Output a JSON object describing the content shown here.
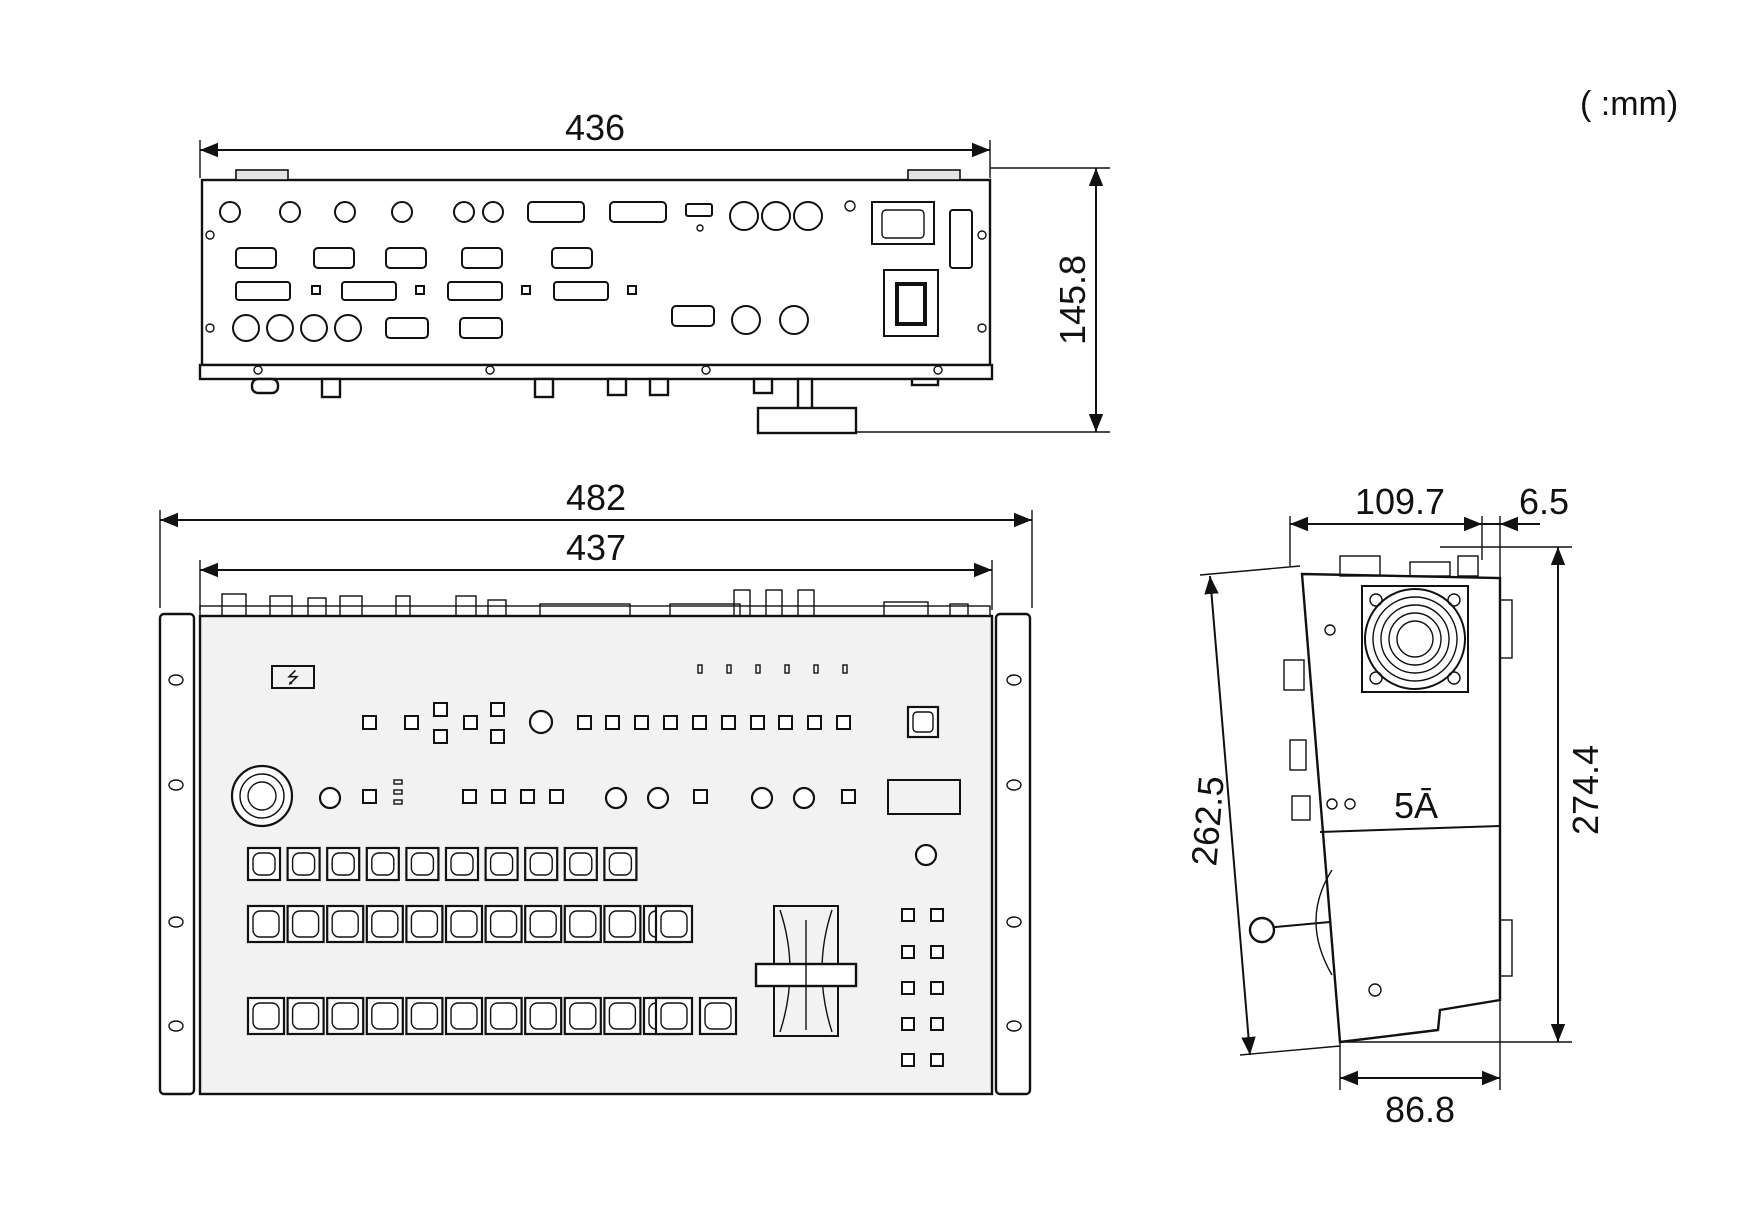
{
  "unit_label": "( :mm)",
  "rear_view": {
    "width_label": "436",
    "height_label": "145.8"
  },
  "front_view": {
    "rack_width_label": "482",
    "body_width_label": "437"
  },
  "side_view": {
    "depth_label": "109.7",
    "offset_label": "6.5",
    "diagonal_label": "262.5",
    "height_label": "274.4",
    "bottom_label": "86.8",
    "panel_marking": "5Ā"
  },
  "colors": {
    "line": "#111111",
    "panel_fill": "#f2f2f2",
    "background": "#ffffff"
  }
}
